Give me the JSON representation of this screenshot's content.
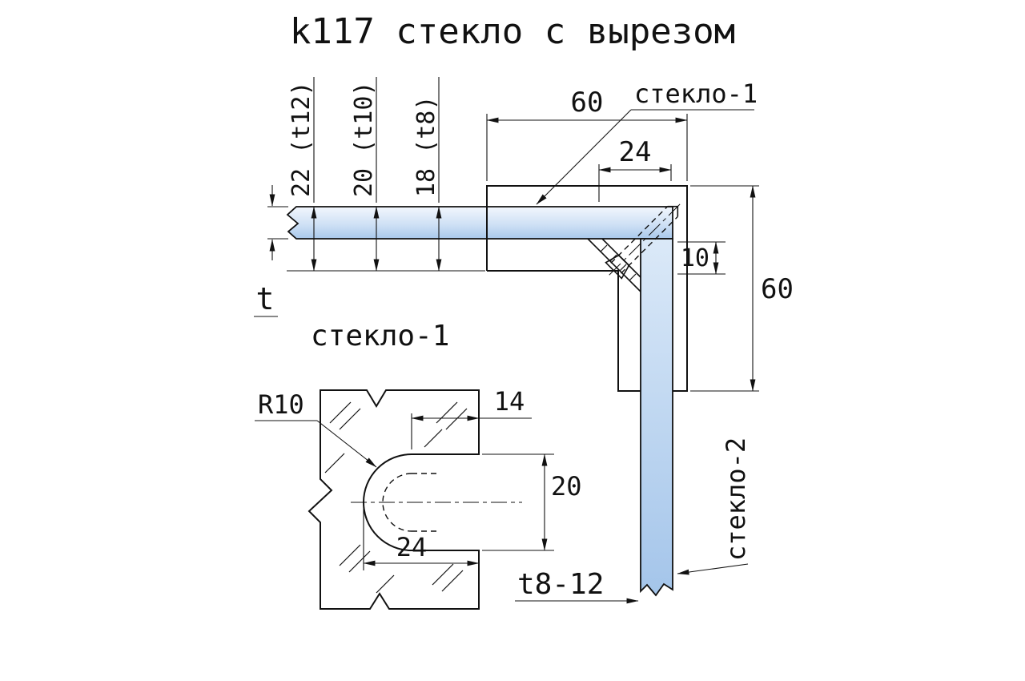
{
  "title": "k117 стекло с вырезом",
  "colors": {
    "line": "#111111",
    "glass_light": "#f2f7fd",
    "glass_mid": "#cfe1f5",
    "glass_dark": "#a9c8eb"
  },
  "main_view": {
    "thickness_dims": [
      "22 (t12)",
      "20 (t10)",
      "18 (t8)"
    ],
    "dim_top_width": "60",
    "dim_cutout_width": "24",
    "dim_plate": "10",
    "dim_side_height": "60",
    "glass1_label": "стекло-1",
    "glass2_label": "стекло-2",
    "thickness_label": "t",
    "thickness_range_label": "t8-12"
  },
  "detail_view": {
    "glass1_label": "стекло-1",
    "radius_label": "R10",
    "dim_depth_straight": "14",
    "dim_slot_width": "20",
    "dim_depth_total": "24"
  }
}
